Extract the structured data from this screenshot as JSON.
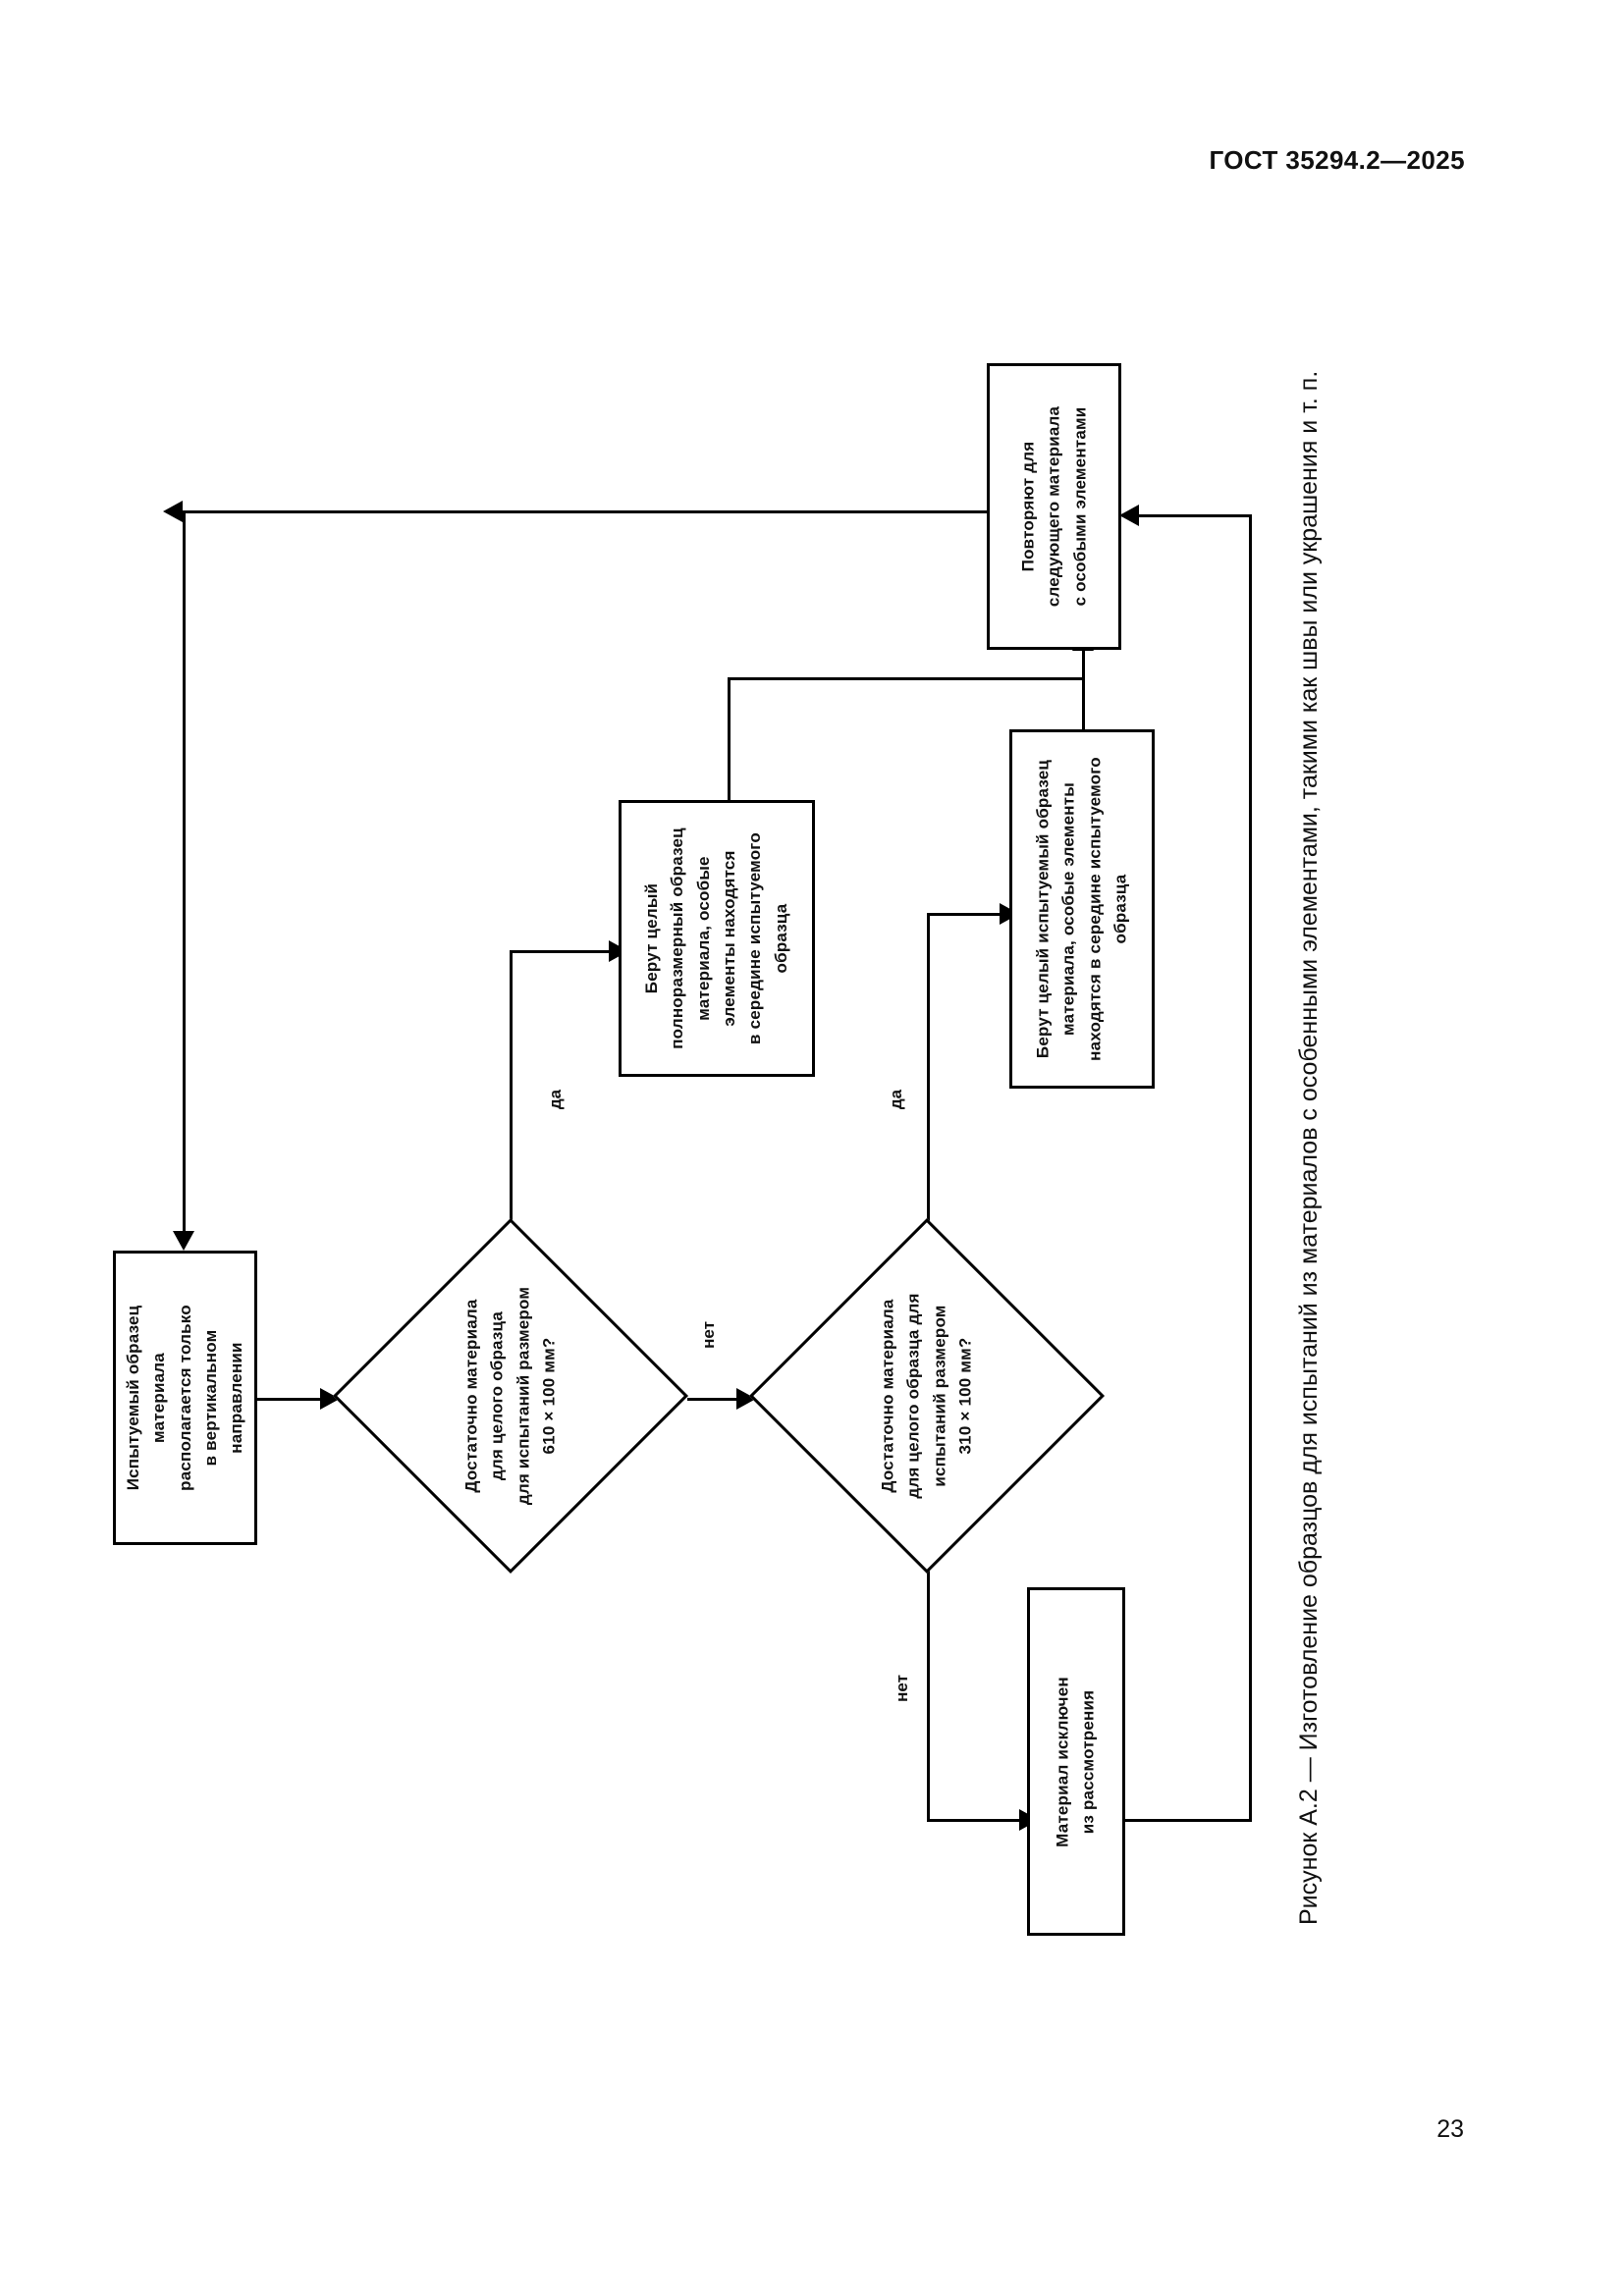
{
  "document": {
    "standard_header": "ГОСТ 35294.2—2025",
    "page_number": "23",
    "figure_caption": "Рисунок А.2 — Изготовление образцов для испытаний из материалов с особенными элементами, такими как швы или украшения и т. п."
  },
  "flowchart": {
    "nodes": {
      "start": {
        "lines": [
          "Испытуемый образец",
          "материала",
          "располагается  только",
          "в вертикальном",
          "направлении"
        ]
      },
      "decision_610": {
        "lines": [
          "Достаточно  материала",
          "для целого образца",
          "для испытаний размером",
          "610 × 100 мм?"
        ]
      },
      "decision_310": {
        "lines": [
          "Достаточно  материала",
          "для  целого образца  для",
          "испытаний  размером",
          "310 × 100 мм?"
        ]
      },
      "full_size_specimen": {
        "lines": [
          "Берут целый",
          "полноразмерный  образец",
          "материала, особые",
          "элементы находятся",
          "в середине испытуемого",
          "образца"
        ]
      },
      "whole_specimen": {
        "lines": [
          "Берут целый испытуемый образец",
          "материала, особые элементы",
          "находятся в середине испытуемого",
          "образца"
        ]
      },
      "repeat": {
        "lines": [
          "Повторяют для",
          "следующего материала",
          "с особыми элементами"
        ]
      },
      "excluded": {
        "lines": [
          "Материал исключен",
          "из рассмотрения"
        ]
      }
    },
    "edge_labels": {
      "yes_610": "да",
      "no_610": "нет",
      "yes_310": "да",
      "no_310": "нет"
    }
  }
}
